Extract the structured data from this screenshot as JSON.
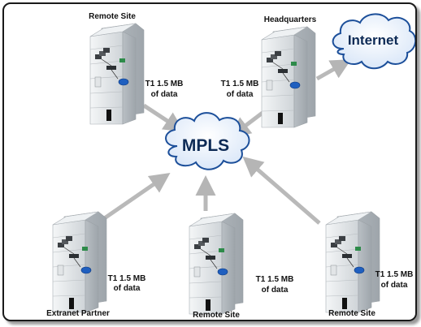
{
  "clouds": {
    "mpls": "MPLS",
    "internet": "Internet"
  },
  "sites": {
    "top_left": "Remote Site",
    "top_right": "Headquarters",
    "bottom_left": "Extranet Partner",
    "bottom_center": "Remote Site",
    "bottom_right": "Remote Site"
  },
  "links": {
    "top_left": [
      "T1 1.5 MB",
      "of data"
    ],
    "top_right": [
      "T1 1.5 MB",
      "of data"
    ],
    "bottom_left": [
      "T1 1.5 MB",
      "of data"
    ],
    "bottom_center": [
      "T1 1.5 MB",
      "of data"
    ],
    "bottom_right": [
      "T1 1.5 MB",
      "of data"
    ]
  },
  "colors": {
    "cloud_fill": "#e3eefb",
    "cloud_stroke": "#1c4f9a",
    "arrow": "#b9b9b9",
    "building": "#d9dde0"
  }
}
